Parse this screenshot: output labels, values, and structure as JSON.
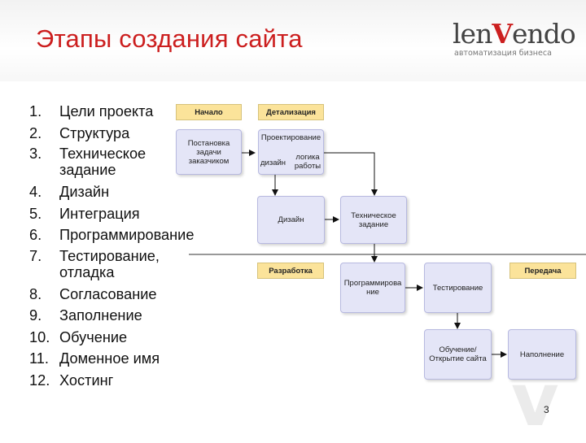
{
  "slide": {
    "title": "Этапы создания сайта",
    "page_number": "3"
  },
  "logo": {
    "name_part1": "len",
    "name_v": "V",
    "name_part2": "endo",
    "tagline": "автоматизация бизнеса"
  },
  "steps": [
    {
      "num": "1.",
      "text": "Цели проекта"
    },
    {
      "num": "2.",
      "text": "Структура"
    },
    {
      "num": "3.",
      "text": "Техническое задание"
    },
    {
      "num": "4.",
      "text": "Дизайн"
    },
    {
      "num": "5.",
      "text": "Интеграция"
    },
    {
      "num": "6.",
      "text": "Программирование"
    },
    {
      "num": "7.",
      "text": "Тестирование, отладка"
    },
    {
      "num": "8.",
      "text": "Согласование"
    },
    {
      "num": "9.",
      "text": "Заполнение"
    },
    {
      "num": "10.",
      "text": "Обучение"
    },
    {
      "num": "11.",
      "text": "Доменное имя"
    },
    {
      "num": "12.",
      "text": "Хостинг"
    }
  ],
  "diagram": {
    "phases": {
      "start": "Начало",
      "detail": "Детализация",
      "development": "Разработка",
      "handover": "Передача"
    },
    "boxes": {
      "problem": "Постановка задачи заказчиком",
      "design_title": "Проектирование",
      "design_sub1": "дизайн",
      "design_sub2": "логика работы",
      "visual_design": "Дизайн",
      "tech_spec": "Техническое задание",
      "programming": "Программирование",
      "testing": "Тестирование",
      "training": "Обучение/ Открытие сайта",
      "filling": "Наполнение"
    }
  },
  "colors": {
    "title": "#cc1f1f",
    "phase_label": "#fbe39a",
    "box": "#e4e5f7",
    "box_border": "#b7b9e0"
  }
}
